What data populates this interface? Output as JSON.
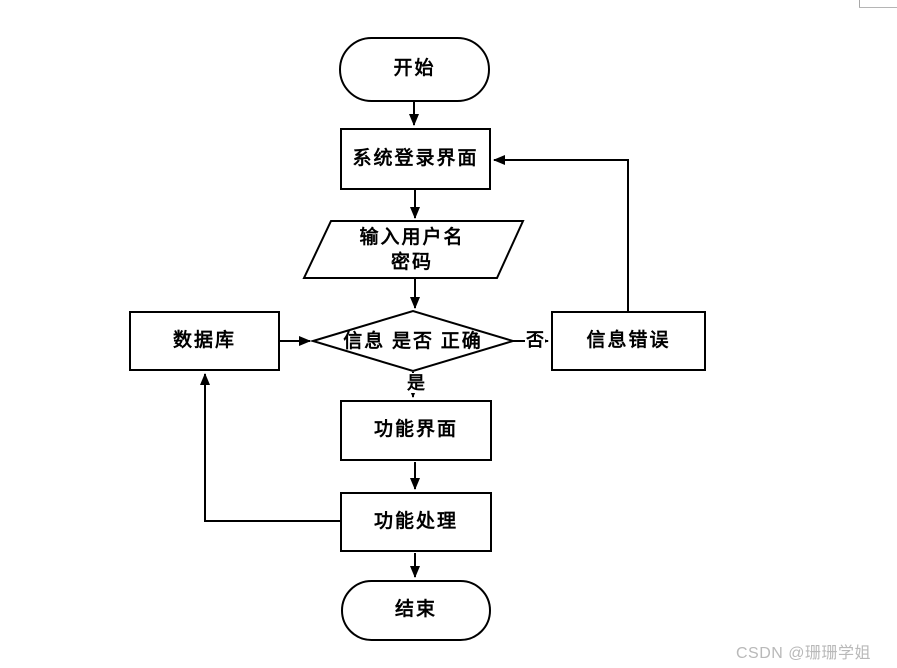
{
  "page": {
    "background": "#ffffff"
  },
  "colors": {
    "line": "#000000",
    "node_fill": "#ffffff",
    "text": "#000000",
    "watermark": "#b9b9b9",
    "corner_mark": "#a8a8a8"
  },
  "flowchart": {
    "nodes": {
      "start": {
        "type": "terminator",
        "label": "开始"
      },
      "login": {
        "type": "process",
        "label": "系统登录界面"
      },
      "input": {
        "type": "input-output",
        "label_line1": "输入用户名",
        "label_line2": "密码"
      },
      "decision": {
        "type": "decision",
        "label": "信息 是否 正确"
      },
      "database": {
        "type": "process",
        "label": "数据库"
      },
      "error": {
        "type": "process",
        "label": "信息错误"
      },
      "function_ui": {
        "type": "process",
        "label": "功能界面"
      },
      "function_process": {
        "type": "process",
        "label": "功能处理"
      },
      "end": {
        "type": "terminator",
        "label": "结束"
      }
    },
    "edge_labels": {
      "no": "否",
      "yes": "是"
    },
    "edges": [
      "start -> login",
      "login -> input",
      "input -> decision",
      "database -> decision",
      "decision -> error (否)",
      "error -> login",
      "decision -> function_ui (是)",
      "function_ui -> function_process",
      "function_process -> end",
      "function_process -> database"
    ]
  },
  "watermark": {
    "text": "CSDN @珊珊学姐"
  }
}
